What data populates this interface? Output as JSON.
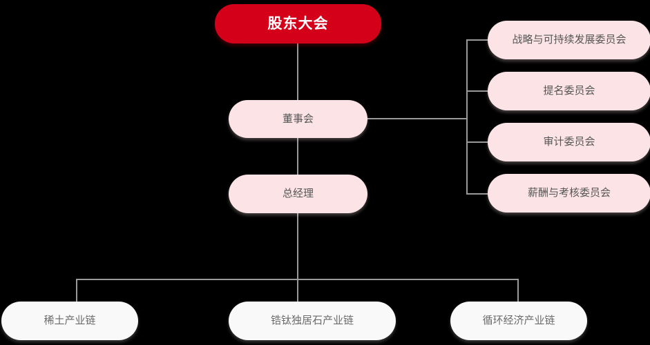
{
  "chart": {
    "type": "org-chart",
    "title": "",
    "background_color": "#000000",
    "connector_color": "#9a9a9a",
    "levels": [
      {
        "level": 1,
        "name": "shareholders",
        "nodes": [
          {
            "label": "股东大会",
            "style": "root",
            "color": "#D4001A",
            "text_color": "#ffffff"
          }
        ]
      },
      {
        "level": 2,
        "name": "board",
        "nodes": [
          {
            "label": "董事会",
            "style": "pink",
            "color": "#FCE4E6",
            "text_color": "#555555"
          }
        ]
      },
      {
        "level": 3,
        "name": "general-manager",
        "nodes": [
          {
            "label": "总经理",
            "style": "pink",
            "color": "#FCE4E6",
            "text_color": "#555555"
          }
        ]
      }
    ],
    "committees": {
      "parent": "董事会",
      "items": [
        {
          "label": "战略与可持续发展委员会",
          "color": "#FCE4E6"
        },
        {
          "label": "提名委员会",
          "color": "#FCE4E6"
        },
        {
          "label": "审计委员会",
          "color": "#FCE4E6"
        },
        {
          "label": "薪酬与考核委员会",
          "color": "#FCE4E6"
        }
      ]
    },
    "business_chains": {
      "parent": "总经理",
      "items": [
        {
          "label": "稀土产业链",
          "color": "#F9F9F9"
        },
        {
          "label": "锆钛独居石产业链",
          "color": "#F9F9F9"
        },
        {
          "label": "循环经济产业链",
          "color": "#F9F9F9"
        }
      ]
    }
  }
}
